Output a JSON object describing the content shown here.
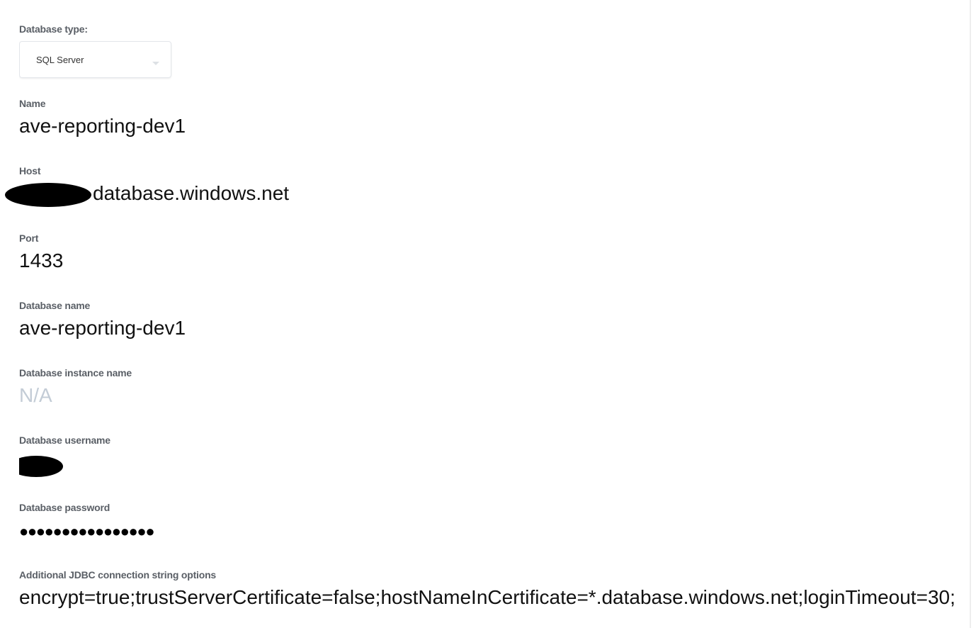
{
  "database_type": {
    "label": "Database type:",
    "selected": "SQL Server"
  },
  "fields": [
    {
      "label": "Name",
      "value": "ave-reporting-dev1"
    },
    {
      "label": "Host",
      "value": "database.windows.net",
      "redacted_prefix": true
    },
    {
      "label": "Port",
      "value": "1433"
    },
    {
      "label": "Database name",
      "value": "ave-reporting-dev1"
    },
    {
      "label": "Database instance name",
      "value": "N/A",
      "placeholder": true
    },
    {
      "label": "Database username",
      "value": "",
      "redacted": true
    },
    {
      "label": "Database password",
      "value": "●●●●●●●●●●●●●●●●"
    },
    {
      "label": "Additional JDBC connection string options",
      "value": "encrypt=true;trustServerCertificate=false;hostNameInCertificate=*.database.windows.net;loginTimeout=30;"
    }
  ]
}
